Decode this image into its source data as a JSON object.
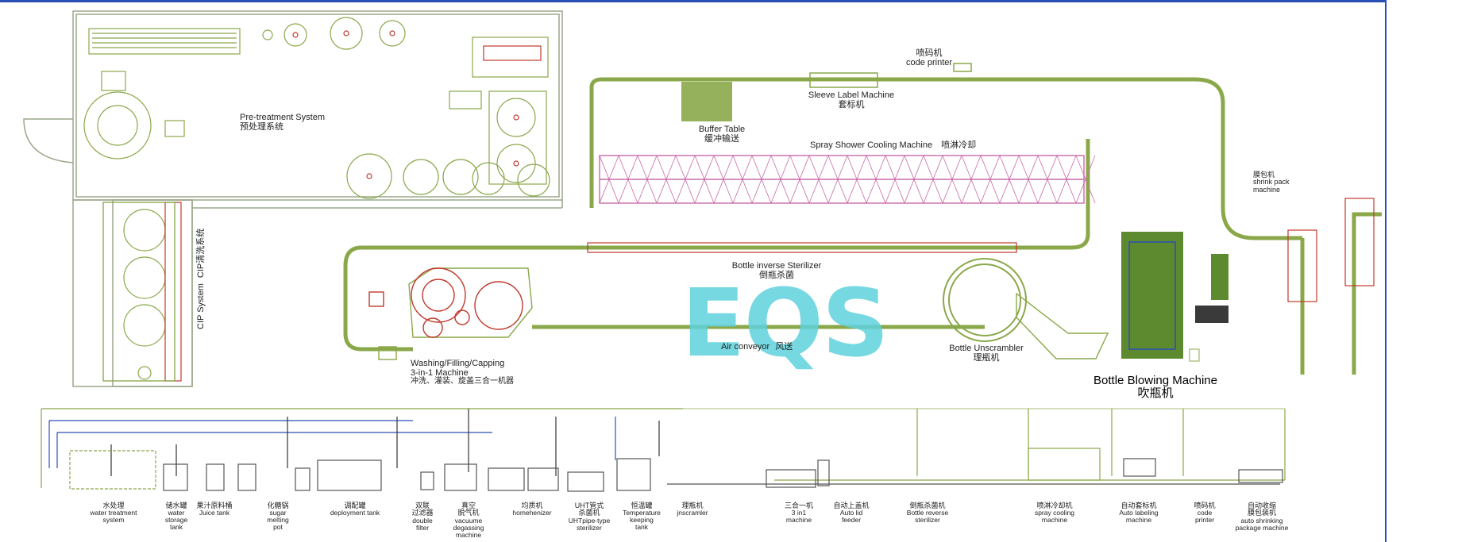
{
  "watermark": "EQS",
  "colors": {
    "green": "#8aa84a",
    "frame": "#9aa78a",
    "pink": "#c86aa8",
    "red": "#c0392b",
    "blue": "#2a4fb5",
    "teal": "#5fd2dc"
  },
  "labels": {
    "pretreatment_en": "Pre-treatment System",
    "pretreatment_zh": "预处理系统",
    "cip_en": "CIP System",
    "cip_zh": "CIP清洗系统",
    "code_printer_zh": "喷码机",
    "code_printer_en": "code printer",
    "sleeve_en": "Sleeve Label Machine",
    "sleeve_zh": "套标机",
    "buffer_en": "Buffer Table",
    "buffer_zh": "缓冲输送",
    "spray_en": "Spray Shower Cooling Machine",
    "spray_zh": "喷淋冷却",
    "shrink_zh": "膜包机",
    "shrink_en1": "shrink pack",
    "shrink_en2": "machine",
    "inverse_en": "Bottle  inverse Sterilizer",
    "inverse_zh": "倒瓶杀菌",
    "air_en": "Air conveyor",
    "air_zh": "风送",
    "unscrambler_en": "Bottle Unscrambler",
    "unscrambler_zh": "理瓶机",
    "washing_en1": "Washing/Filling/Capping",
    "washing_en2": "3-in-1 Machine",
    "washing_zh": "冲洗、灌装、旋盖三合一机器",
    "blowing_en": "Bottle Blowing Machine",
    "blowing_zh": "吹瓶机"
  },
  "bottom_labels": [
    {
      "zh": "水处理",
      "en": [
        "water treatment",
        "system"
      ]
    },
    {
      "zh": "储水罐",
      "en": [
        "water",
        "storage",
        "tank"
      ]
    },
    {
      "zh": "果汁原料桶",
      "en": [
        "Juice tank"
      ]
    },
    {
      "zh": "化糖锅",
      "en": [
        "sugar",
        "melting",
        "pot"
      ]
    },
    {
      "zh": "调配罐",
      "en": [
        "deployment tank"
      ]
    },
    {
      "zh": "双联",
      "zh2": "过滤器",
      "en": [
        "double",
        "filter"
      ]
    },
    {
      "zh": "真空",
      "zh2": "脱气机",
      "en": [
        "vacuume",
        "degassing",
        "machine"
      ]
    },
    {
      "zh": "均质机",
      "en": [
        "homehenizer"
      ]
    },
    {
      "zh": "UHT管式",
      "zh2": "杀菌机",
      "en": [
        "UHTpipe-type",
        "sterilizer"
      ]
    },
    {
      "zh": "恒温罐",
      "en": [
        "Temperature",
        "keeping",
        "tank"
      ]
    },
    {
      "zh": "理瓶机",
      "en": [
        "jnscramler"
      ]
    },
    {
      "zh": "三合一机",
      "en": [
        "3 in1",
        "machine"
      ]
    },
    {
      "zh": "自动上盖机",
      "en": [
        "Auto lid",
        "feeder"
      ]
    },
    {
      "zh": "倒瓶杀菌机",
      "en": [
        "Bottle reverse",
        "sterilizer"
      ]
    },
    {
      "zh": "喷淋冷却机",
      "en": [
        "spray cooling",
        "machine"
      ]
    },
    {
      "zh": "自动套标机",
      "en": [
        "Auto labeling",
        "machine"
      ]
    },
    {
      "zh": "喷码机",
      "en": [
        "code",
        "printer"
      ]
    },
    {
      "zh": "自动收缩",
      "zh2": "膜包装机",
      "en": [
        "auto shrinking",
        "package machine"
      ]
    }
  ]
}
